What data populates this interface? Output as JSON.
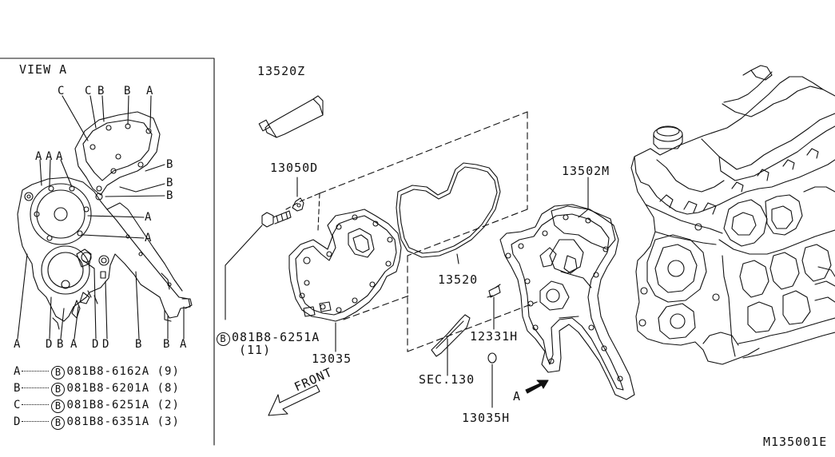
{
  "view_a": {
    "title": "VIEW A",
    "letters_top": [
      "C",
      "C",
      "B",
      "B",
      "A"
    ],
    "letters_left": [
      "A",
      "A",
      "A"
    ],
    "letters_right": [
      "B",
      "B",
      "B",
      "A",
      "A"
    ],
    "letters_bottom": [
      "A",
      "D",
      "B",
      "A",
      "D",
      "D",
      "B",
      "B",
      "A"
    ]
  },
  "legend": [
    {
      "letter": "A",
      "mark": "B",
      "part": "081B8-6162A",
      "qty": "(9)"
    },
    {
      "letter": "B",
      "mark": "B",
      "part": "081B8-6201A",
      "qty": "(8)"
    },
    {
      "letter": "C",
      "mark": "B",
      "part": "081B8-6251A",
      "qty": "(2)"
    },
    {
      "letter": "D",
      "mark": "B",
      "part": "081B8-6351A",
      "qty": "(3)"
    }
  ],
  "parts": {
    "p13520Z": "13520Z",
    "p13050D": "13050D",
    "p13502M": "13502M",
    "p13520": "13520",
    "p12331H": "12331H",
    "p13035": "13035",
    "sec130": "SEC.130",
    "p13035H": "13035H",
    "bolt_mark": "B",
    "bolt_part": "081B8-6251A",
    "bolt_qty": "(11)"
  },
  "front_label": "FRONT",
  "view_arrow_label": "A",
  "diagram_code": "M135001E"
}
